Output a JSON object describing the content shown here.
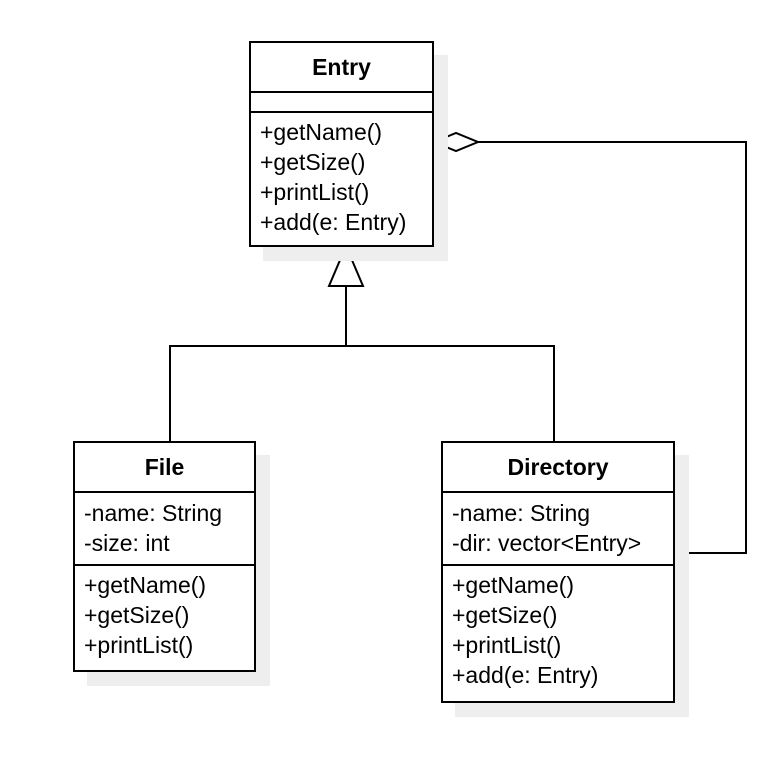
{
  "diagram": {
    "classes": {
      "entry": {
        "name": "Entry",
        "attributes": [],
        "methods": [
          "+getName()",
          "+getSize()",
          "+printList()",
          "+add(e: Entry)"
        ]
      },
      "file": {
        "name": "File",
        "attributes": [
          "-name: String",
          "-size: int"
        ],
        "methods": [
          "+getName()",
          "+getSize()",
          "+printList()"
        ]
      },
      "directory": {
        "name": "Directory",
        "attributes": [
          "-name: String",
          "-dir: vector<Entry>"
        ],
        "methods": [
          "+getName()",
          "+getSize()",
          "+printList()",
          "+add(e: Entry)"
        ]
      }
    },
    "relationships": [
      {
        "type": "generalization",
        "from": "File",
        "to": "Entry"
      },
      {
        "type": "generalization",
        "from": "Directory",
        "to": "Entry"
      },
      {
        "type": "aggregation",
        "from": "Directory",
        "to": "Entry"
      }
    ]
  }
}
